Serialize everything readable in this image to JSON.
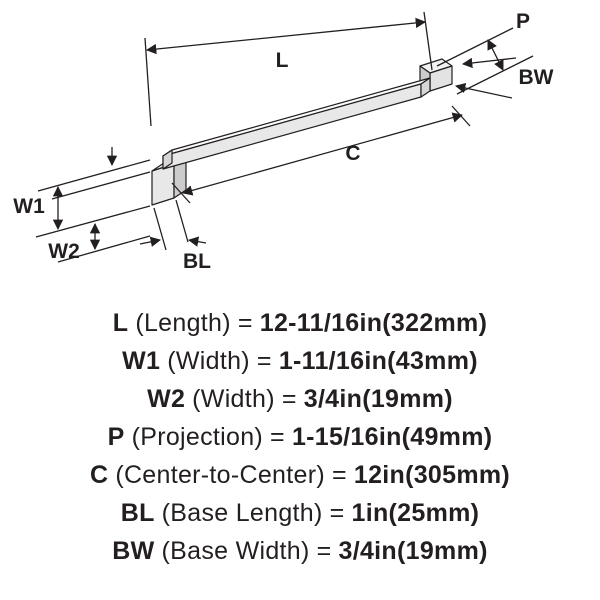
{
  "colors": {
    "ink": "#231f20",
    "background": "#ffffff"
  },
  "diagram": {
    "labels": {
      "L": "L",
      "P": "P",
      "BW": "BW",
      "C": "C",
      "W1": "W1",
      "W2": "W2",
      "BL": "BL"
    }
  },
  "specs": [
    {
      "symbol": "L",
      "name": "(Length)",
      "eq": "=",
      "value": "12-11/16in(322mm)"
    },
    {
      "symbol": "W1",
      "name": "(Width)",
      "eq": "=",
      "value": "1-11/16in(43mm)"
    },
    {
      "symbol": "W2",
      "name": "(Width)",
      "eq": "=",
      "value": "3/4in(19mm)"
    },
    {
      "symbol": "P",
      "name": "(Projection)",
      "eq": "=",
      "value": "1-15/16in(49mm)"
    },
    {
      "symbol": "C",
      "name": "(Center-to-Center)",
      "eq": "=",
      "value": "12in(305mm)"
    },
    {
      "symbol": "BL",
      "name": "(Base Length)",
      "eq": "=",
      "value": "1in(25mm)"
    },
    {
      "symbol": "BW",
      "name": "(Base Width)",
      "eq": "=",
      "value": "3/4in(19mm)"
    }
  ]
}
